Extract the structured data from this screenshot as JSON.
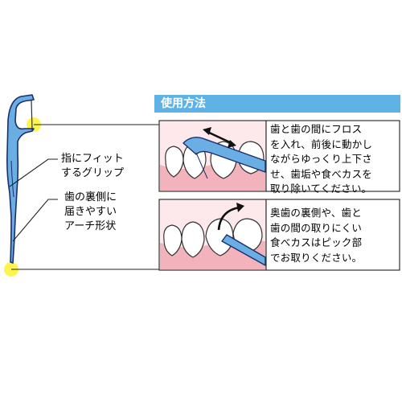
{
  "header": {
    "title": "使用方法",
    "bar_color": "#5fb2e6"
  },
  "callouts": {
    "grip": [
      "指にフィット",
      "するグリップ"
    ],
    "arch": [
      "歯の裏側に",
      "届きやすい",
      "アーチ形状"
    ]
  },
  "steps": [
    {
      "lines": [
        "歯と歯の間にフロス",
        "を入れ、前後に動かし",
        "ながらゆっくり上下さ",
        "せ、歯垢や食べカスを",
        "取り除いてください。"
      ],
      "motion": "double-arrow-icon"
    },
    {
      "lines": [
        "奥歯の裏側や、歯と",
        "歯の間の取りにくい",
        "食べカスはピック部",
        "でお取りください。"
      ],
      "motion": "curved-arrow-icon"
    }
  ],
  "colors": {
    "pick": "#6aaee3",
    "pick_outline": "#1a2e6e",
    "gum": "#f3b3bc",
    "gum_light": "#fde9ec",
    "highlight": "#fff23a"
  }
}
